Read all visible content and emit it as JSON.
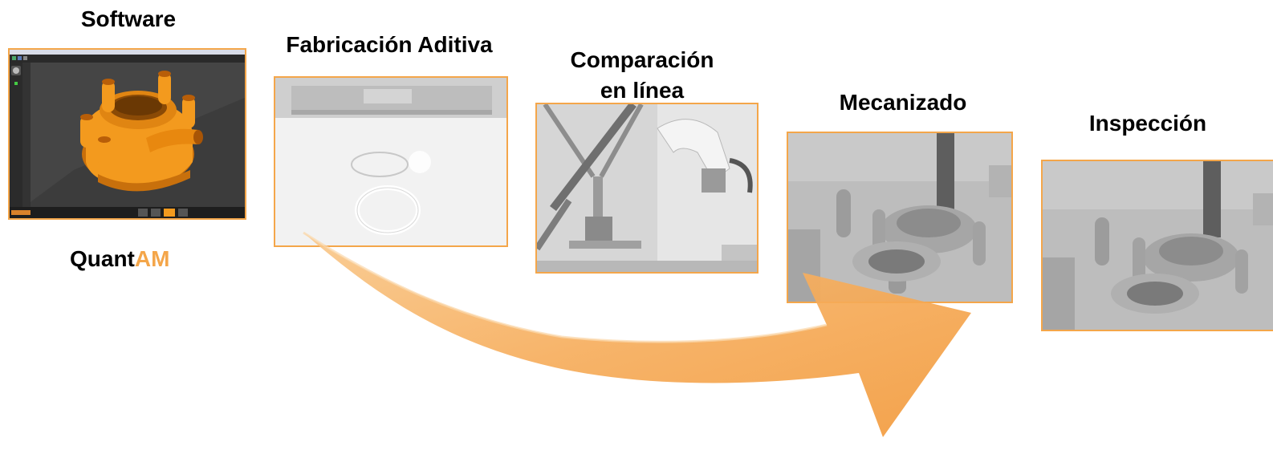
{
  "steps": {
    "software": {
      "title": "Software"
    },
    "additive": {
      "title": "Fabricación Aditiva"
    },
    "comparison": {
      "title_line1": "Comparación",
      "title_line2": "en línea"
    },
    "machining": {
      "title": "Mecanizado"
    },
    "inspection": {
      "title": "Inspección"
    }
  },
  "brand": {
    "part1": "Quant",
    "part2": "AM"
  },
  "colors": {
    "accent": "#f4a64a",
    "arrow": "#f7b366",
    "part_orange": "#f39a1e",
    "text": "#000000"
  },
  "icons": {
    "flow_arrow": "curved-arrow-icon"
  }
}
